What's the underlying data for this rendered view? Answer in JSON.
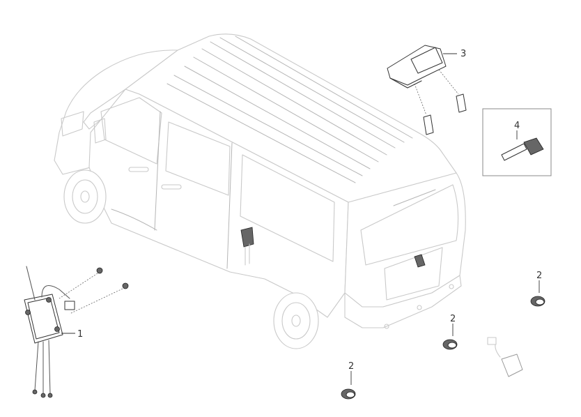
{
  "callouts": {
    "c1": "1",
    "c2a": "2",
    "c2b": "2",
    "c2c": "2",
    "c3": "3",
    "c4": "4"
  }
}
